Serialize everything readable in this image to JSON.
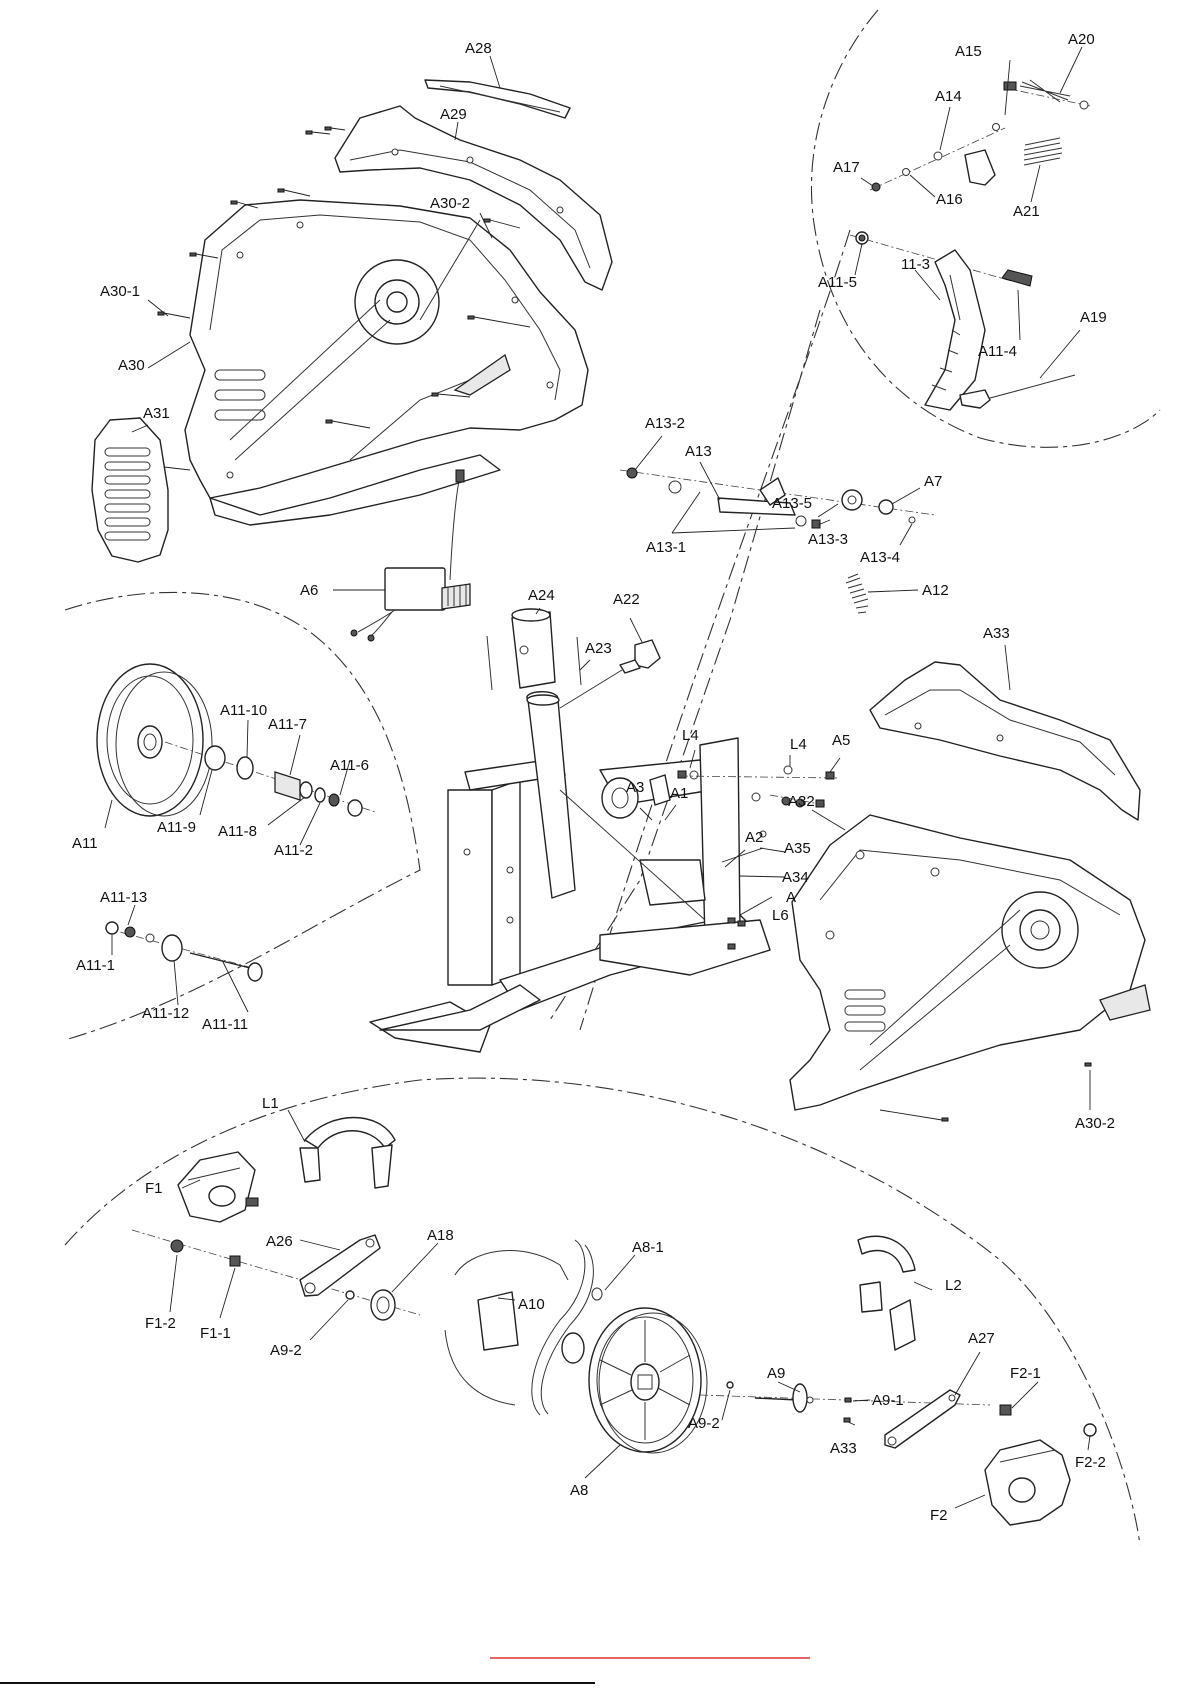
{
  "page": {
    "footer_mark": ""
  },
  "colors": {
    "ink": "#222222",
    "footer_rule": "#e03030",
    "bottom_rule": "#111111"
  },
  "labels": {
    "A28": "A28",
    "A29": "A29",
    "A30_2_top": "A30-2",
    "A30_1": "A30-1",
    "A30": "A30",
    "A31": "A31",
    "A15": "A15",
    "A20": "A20",
    "A14": "A14",
    "A17": "A17",
    "A16": "A16",
    "A21": "A21",
    "A11_5": "A11-5",
    "P11_3": "11-3",
    "A11_4": "A11-4",
    "A19": "A19",
    "A13_2": "A13-2",
    "A13": "A13",
    "A13_5": "A13-5",
    "A7": "A7",
    "A13_1": "A13-1",
    "A13_3": "A13-3",
    "A13_4": "A13-4",
    "A6": "A6",
    "A24": "A24",
    "A22": "A22",
    "A23": "A23",
    "A12": "A12",
    "A33_top": "A33",
    "A11": "A11",
    "A11_10": "A11-10",
    "A11_7": "A11-7",
    "A11_6": "A11-6",
    "A11_9": "A11-9",
    "A11_8": "A11-8",
    "A11_2": "A11-2",
    "A11_13": "A11-13",
    "A11_1": "A11-1",
    "A11_12": "A11-12",
    "A11_11": "A11-11",
    "L4_left": "L4",
    "L4_right": "L4",
    "A5": "A5",
    "A3": "A3",
    "A1": "A1",
    "A32": "A32",
    "A2": "A2",
    "A35": "A35",
    "A34": "A34",
    "A": "A",
    "L6": "L6",
    "A30_2_bottom": "A30-2",
    "L1": "L1",
    "F1": "F1",
    "A26": "A26",
    "A18": "A18",
    "A8_1": "A8-1",
    "L2": "L2",
    "F1_2": "F1-2",
    "F1_1": "F1-1",
    "A9_2_left": "A9-2",
    "A10": "A10",
    "A27": "A27",
    "A9": "A9",
    "A9_1": "A9-1",
    "F2_1": "F2-1",
    "A9_2_right": "A9-2",
    "A33_bottom": "A33",
    "F2_2": "F2-2",
    "A8": "A8",
    "F2": "F2"
  }
}
